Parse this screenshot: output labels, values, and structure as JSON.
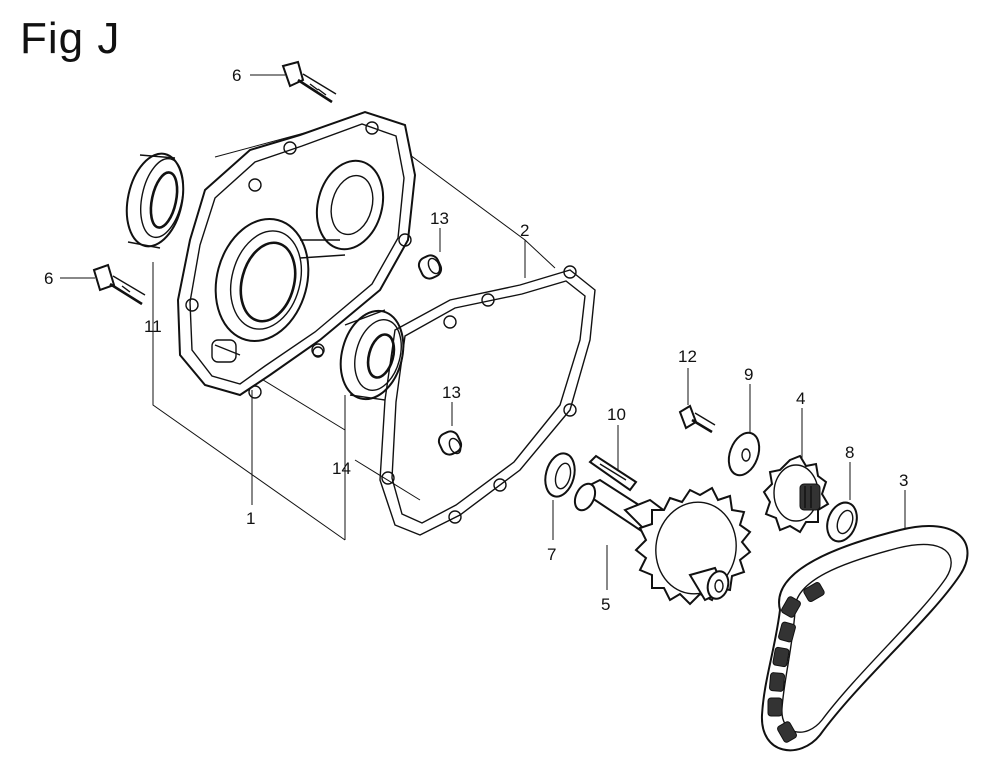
{
  "figure": {
    "title": "Fig J"
  },
  "callouts": [
    {
      "id": "c6a",
      "text": "6"
    },
    {
      "id": "c6b",
      "text": "6"
    },
    {
      "id": "c11",
      "text": "11"
    },
    {
      "id": "c13a",
      "text": "13"
    },
    {
      "id": "c13b",
      "text": "13"
    },
    {
      "id": "c2",
      "text": "2"
    },
    {
      "id": "c1",
      "text": "1"
    },
    {
      "id": "c14",
      "text": "14"
    },
    {
      "id": "c12",
      "text": "12"
    },
    {
      "id": "c9",
      "text": "9"
    },
    {
      "id": "c4",
      "text": "4"
    },
    {
      "id": "c10",
      "text": "10"
    },
    {
      "id": "c8",
      "text": "8"
    },
    {
      "id": "c3",
      "text": "3"
    },
    {
      "id": "c7",
      "text": "7"
    },
    {
      "id": "c5",
      "text": "5"
    }
  ]
}
